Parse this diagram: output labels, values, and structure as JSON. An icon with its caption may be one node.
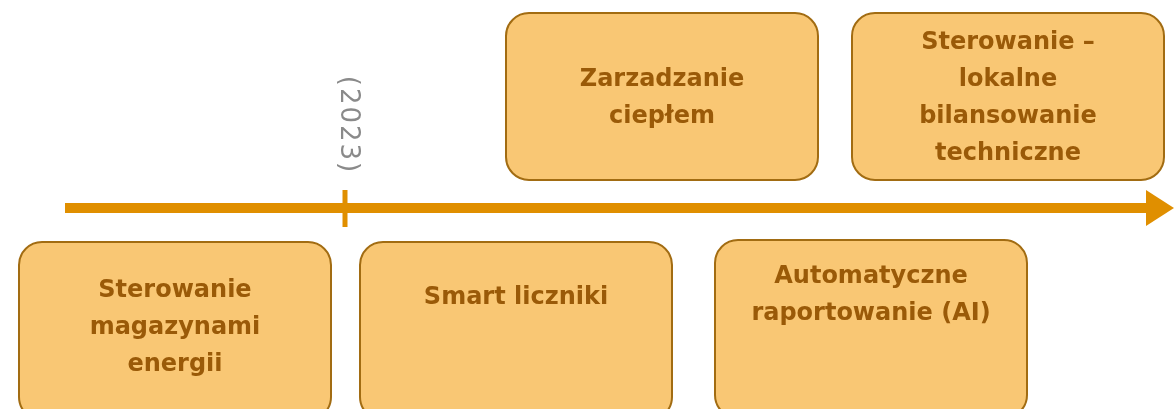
{
  "diagram": {
    "nodes": [
      {
        "text": [
          "Sterowanie magazynami energii"
        ]
      },
      {
        "text": [
          "Smart liczniki"
        ]
      },
      {
        "text": [
          "Zarzadzanie ciepłem"
        ]
      },
      {
        "text": [
          "Automatyczne raportowanie (AI)"
        ]
      },
      {
        "text": [
          "Sterowanie – lokalne bilansowanie techniczne"
        ]
      }
    ],
    "labels": [
      "(2023)"
    ]
  }
}
